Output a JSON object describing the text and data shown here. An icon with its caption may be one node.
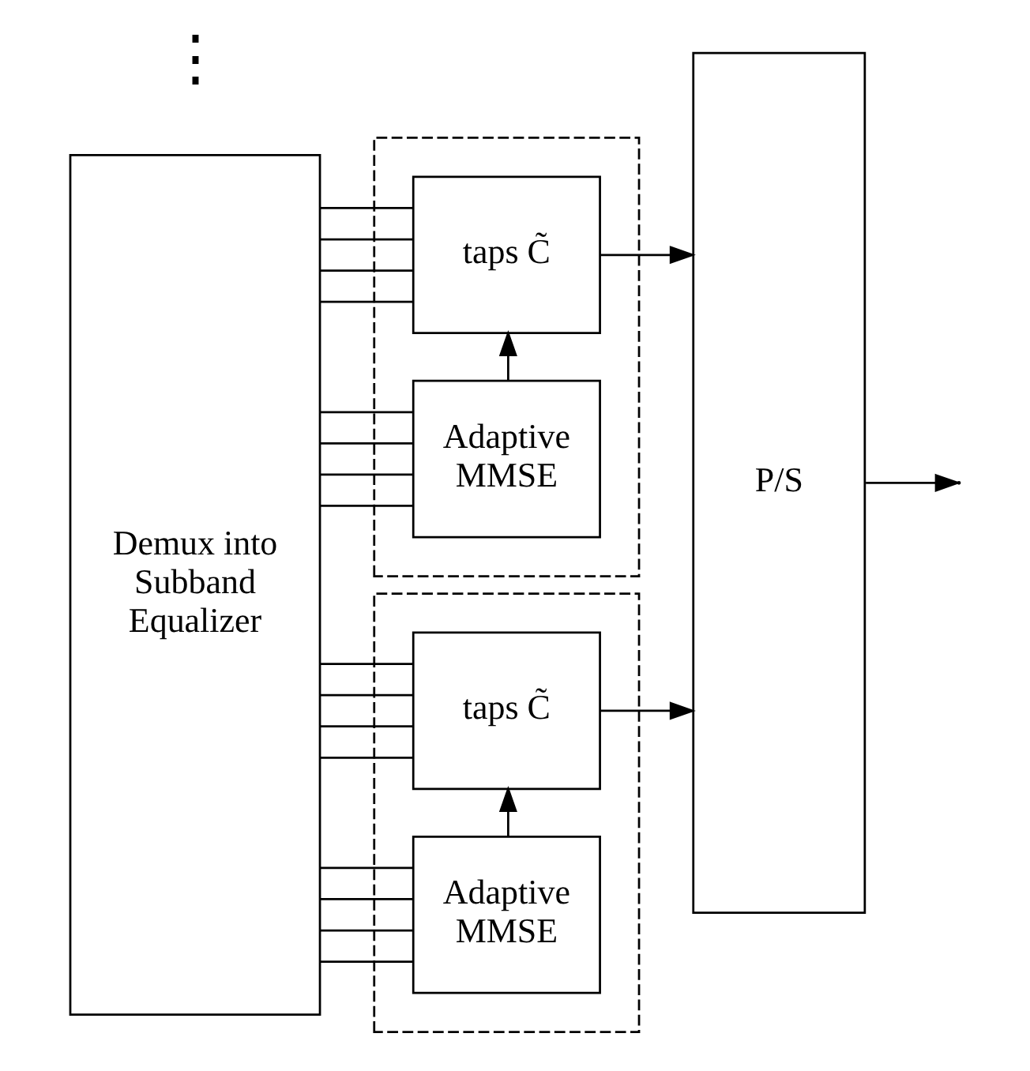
{
  "diagram": {
    "nodes": [
      {
        "text": [
          "Demux into Subband Equalizer"
        ]
      },
      {
        "text": [],
        "shape": "box"
      },
      {
        "text": [
          "taps C̃"
        ],
        "in": 1
      },
      {
        "text": [
          "Adaptive MMSE"
        ],
        "in": 1
      },
      {
        "text": [],
        "shape": "box"
      },
      {
        "text": [
          "taps C̃"
        ],
        "in": 4
      },
      {
        "text": [
          "Adaptive MMSE"
        ],
        "in": 4
      },
      {
        "text": [
          "P/S"
        ]
      }
    ],
    "edges": [
      {
        "from": 0,
        "to": 2,
        "arrow": "none"
      },
      {
        "from": 0,
        "to": 2,
        "arrow": "none"
      },
      {
        "from": 0,
        "to": 2,
        "arrow": "none"
      },
      {
        "from": 0,
        "to": 2,
        "arrow": "none"
      },
      {
        "from": 0,
        "to": 3,
        "arrow": "none"
      },
      {
        "from": 0,
        "to": 3,
        "arrow": "none"
      },
      {
        "from": 0,
        "to": 3,
        "arrow": "none"
      },
      {
        "from": 0,
        "to": 3,
        "arrow": "none"
      },
      {
        "from": 3,
        "to": 2,
        "arrow": "to"
      },
      {
        "from": 2,
        "to": 7,
        "arrow": "to"
      },
      {
        "from": 0,
        "to": 5,
        "arrow": "none"
      },
      {
        "from": 0,
        "to": 5,
        "arrow": "none"
      },
      {
        "from": 0,
        "to": 5,
        "arrow": "none"
      },
      {
        "from": 0,
        "to": 5,
        "arrow": "none"
      },
      {
        "from": 0,
        "to": 6,
        "arrow": "none"
      },
      {
        "from": 0,
        "to": 6,
        "arrow": "none"
      },
      {
        "from": 0,
        "to": 6,
        "arrow": "none"
      },
      {
        "from": 0,
        "to": 6,
        "arrow": "none"
      },
      {
        "from": 6,
        "to": 5,
        "arrow": "to"
      },
      {
        "from": 5,
        "to": 7,
        "arrow": "to"
      },
      {
        "from": 7,
        "to": null,
        "arrow": "to"
      }
    ],
    "labels": [
      "⋮"
    ]
  }
}
